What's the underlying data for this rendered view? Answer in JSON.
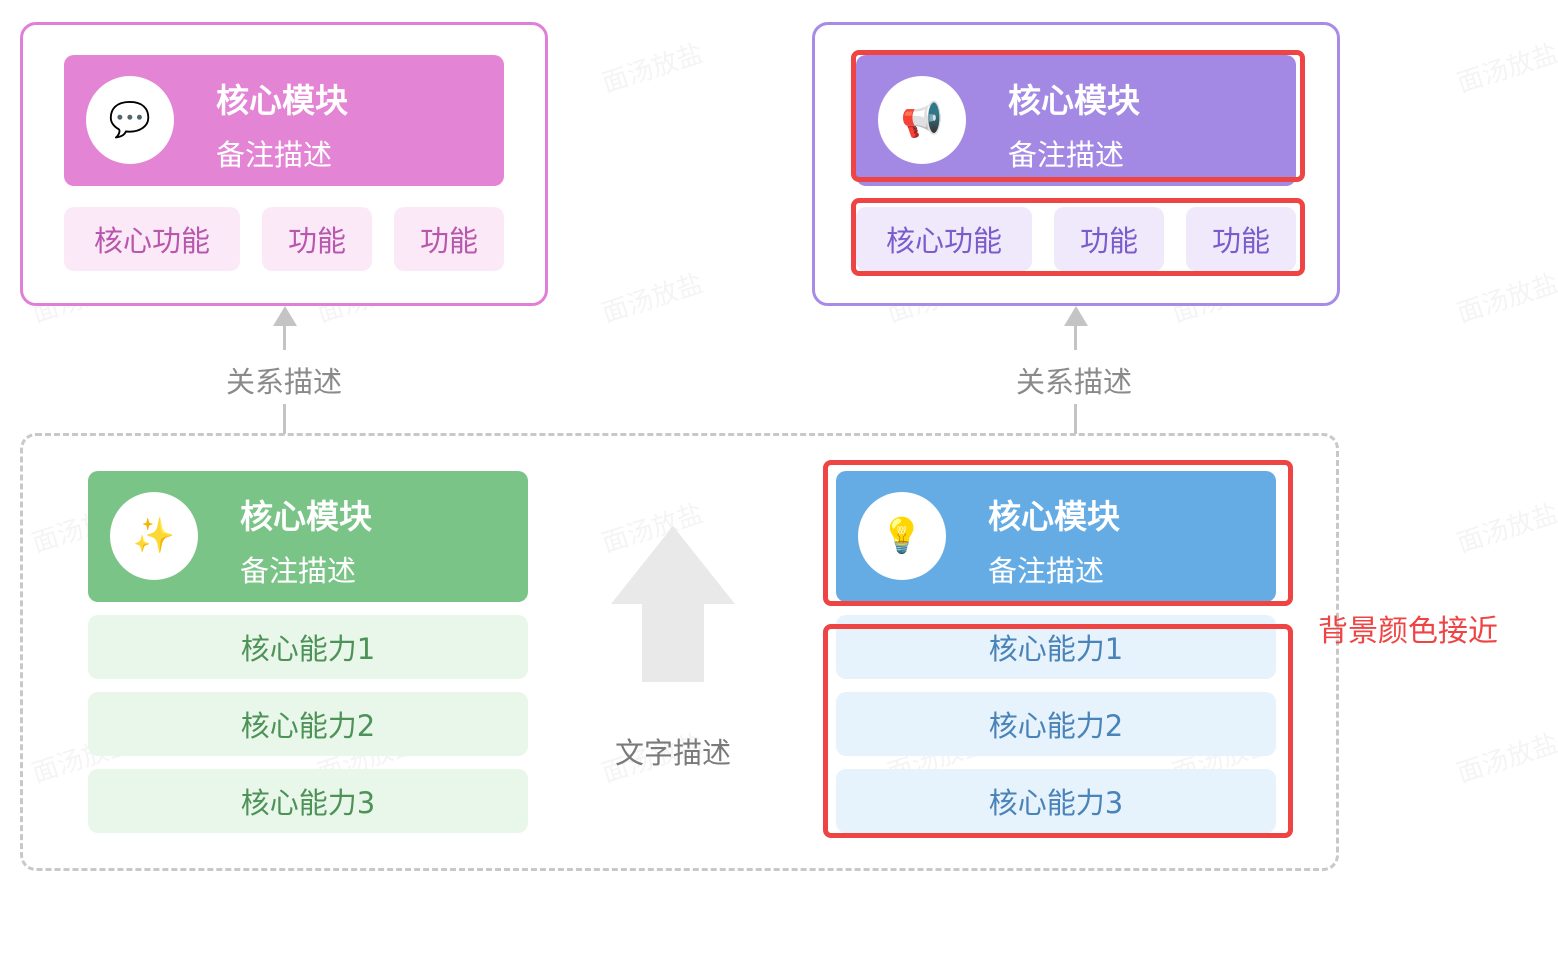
{
  "watermark_text": "面汤放盐",
  "top_left": {
    "title": "核心模块",
    "subtitle": "备注描述",
    "icon": "speech-bubble-icon",
    "chips": [
      "核心功能",
      "功能",
      "功能"
    ],
    "colors": {
      "border": "#e07fd8",
      "header": "#e384d4",
      "chip_bg": "#fbe9f7",
      "chip_text": "#b857ad"
    }
  },
  "top_right": {
    "title": "核心模块",
    "subtitle": "备注描述",
    "icon": "megaphone-icon",
    "chips": [
      "核心功能",
      "功能",
      "功能"
    ],
    "colors": {
      "border": "#a78be6",
      "header": "#a389e4",
      "chip_bg": "#efe9fb",
      "chip_text": "#7b5ccc"
    }
  },
  "left_relation": "关系描述",
  "right_relation": "关系描述",
  "bottom_left": {
    "title": "核心模块",
    "subtitle": "备注描述",
    "icon": "sparkles-icon",
    "rows": [
      "核心能力1",
      "核心能力2",
      "核心能力3"
    ],
    "colors": {
      "header": "#79c486",
      "row_bg": "#e9f6ea",
      "row_text": "#4d9257"
    }
  },
  "bottom_right": {
    "title": "核心模块",
    "subtitle": "备注描述",
    "icon": "lightbulb-icon",
    "rows": [
      "核心能力1",
      "核心能力2",
      "核心能力3"
    ],
    "colors": {
      "header": "#66ace4",
      "row_bg": "#e6f2fc",
      "row_text": "#4a83b8"
    }
  },
  "center_arrow_label": "文字描述",
  "annotation": {
    "text": "背景颜色接近",
    "color": "#ef4444"
  }
}
